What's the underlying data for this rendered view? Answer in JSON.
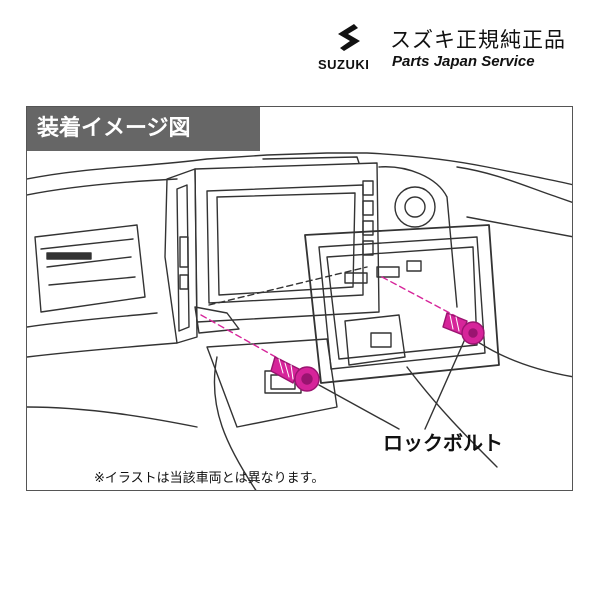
{
  "brand": {
    "logo_icon": "suzuki-s-logo",
    "name": "SUZUKI",
    "title": "スズキ正規純正品",
    "subtitle": "Parts Japan Service"
  },
  "panel": {
    "title": "装着イメージ図",
    "callout_label": "ロックボルト",
    "footnote": "※イラストは当該車両とは異なります。"
  },
  "colors": {
    "title_bg": "#666666",
    "bolt": "#d6249a",
    "bolt_dark": "#9a1470",
    "line": "#333333"
  }
}
